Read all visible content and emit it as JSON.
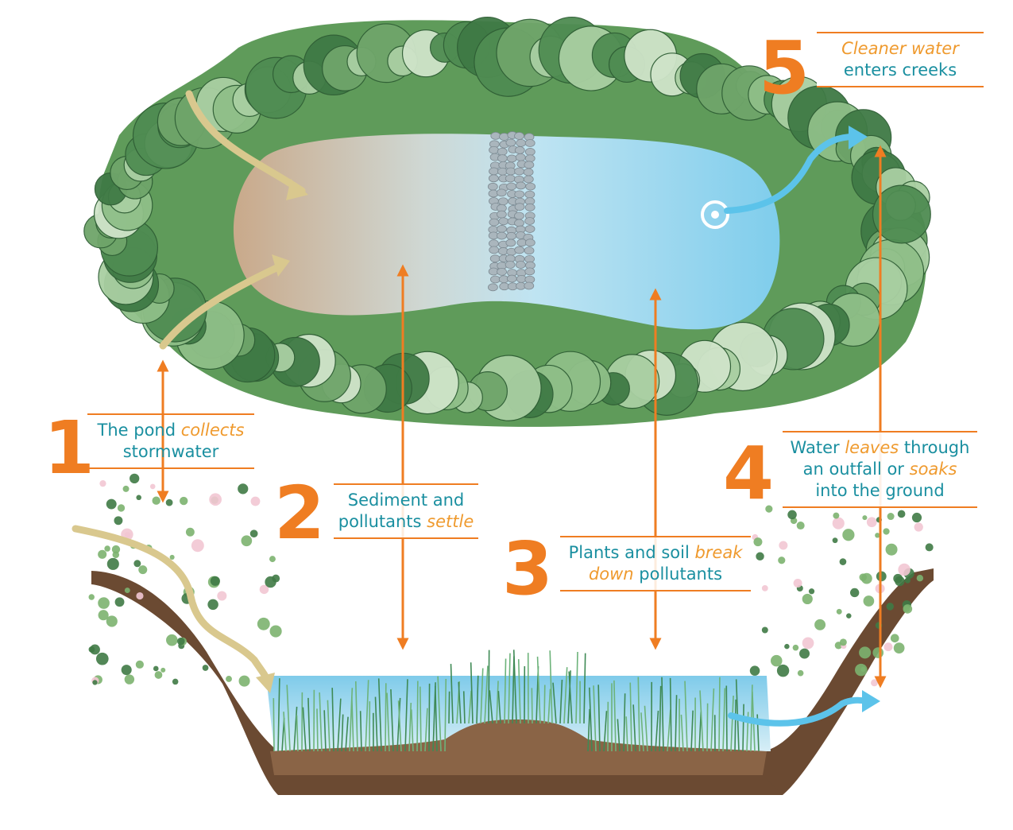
{
  "colors": {
    "accent": "#ef7d22",
    "text": "#1a8fa0",
    "emphasis": "#ef9a2e",
    "water_light": "#bfe4f2",
    "water_deep": "#5cbfe6",
    "sediment": "#c9a98a",
    "soil": "#6b4a32",
    "foliage": "#5f9b5a",
    "inflow_arrow": "#d9c88e",
    "outflow_arrow": "#5cc3ea"
  },
  "steps": [
    {
      "number": "1",
      "line1_a": "The pond ",
      "line1_em": "collects",
      "line1_b": "",
      "line2_a": "stormwater",
      "line2_em": "",
      "line2_b": "",
      "line3_a": "",
      "line3_em": "",
      "line3_b": ""
    },
    {
      "number": "2",
      "line1_a": "Sediment and",
      "line1_em": "",
      "line1_b": "",
      "line2_a": "pollutants ",
      "line2_em": "settle",
      "line2_b": "",
      "line3_a": "",
      "line3_em": "",
      "line3_b": ""
    },
    {
      "number": "3",
      "line1_a": "Plants and soil ",
      "line1_em": "break",
      "line1_b": "",
      "line2_a": "",
      "line2_em": "down",
      "line2_b": " pollutants",
      "line3_a": "",
      "line3_em": "",
      "line3_b": ""
    },
    {
      "number": "4",
      "line1_a": "Water ",
      "line1_em": "leaves",
      "line1_b": " through",
      "line2_a": "an outfall or ",
      "line2_em": "soaks",
      "line2_b": "",
      "line3_a": "into the ground",
      "line3_em": "",
      "line3_b": ""
    },
    {
      "number": "5",
      "line1_a": "",
      "line1_em": "Cleaner water",
      "line1_b": "",
      "line2_a": "enters creeks",
      "line2_em": "",
      "line2_b": "",
      "line3_a": "",
      "line3_em": "",
      "line3_b": ""
    }
  ]
}
